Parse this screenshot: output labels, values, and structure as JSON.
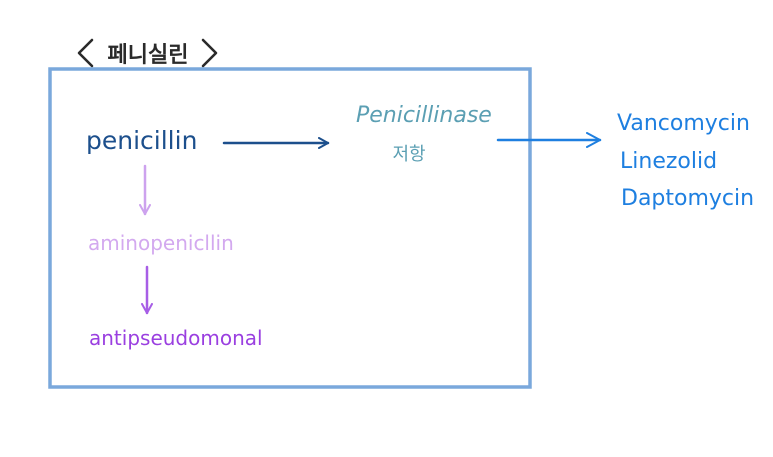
{
  "title": "페니실린",
  "colors": {
    "box": "#7aa8dc",
    "penicillin": "#1c4f8c",
    "arrow_main": "#1c4f8c",
    "penicillinase": "#5b9fb3",
    "right_arrow": "#1e7fe0",
    "right_text": "#1e7fe0",
    "amino_arrow": "#cda2ee",
    "amino": "#d3a9ef",
    "anti_arrow": "#a75ee6",
    "anti": "#9a3fe0",
    "title": "#2a2a2a"
  },
  "nodes": {
    "penicillin": "penicillin",
    "penicillinase_line1": "Penicillinase",
    "penicillinase_line2": "저항",
    "aminopenicillin": "aminopenicllin",
    "antipseudomonal": "antipseudomonal"
  },
  "drugs": [
    "Vancomycin",
    "Linezolid",
    "Daptomycin"
  ]
}
